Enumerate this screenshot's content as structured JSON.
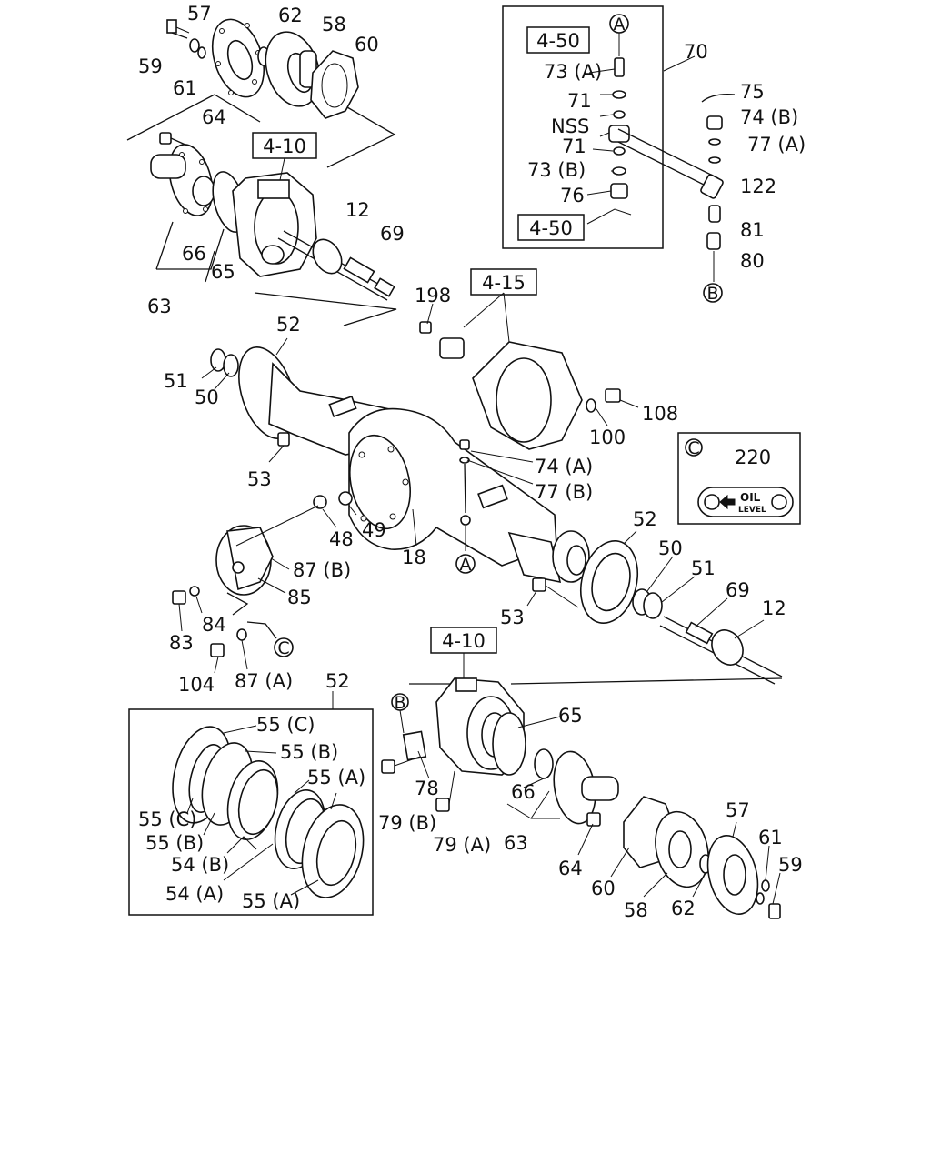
{
  "labels": {
    "p57_top": "57",
    "p62_top": "62",
    "p58_top": "58",
    "p60_top": "60",
    "p59_top": "59",
    "p61_top": "61",
    "p64_top": "64",
    "ref_4_10_top": "4-10",
    "p12_top": "12",
    "p69_top": "69",
    "p66_top": "66",
    "p65_top": "65",
    "p63_top": "63",
    "ref_4_50_a": "4-50",
    "p73a": "73 (A)",
    "p71a": "71",
    "nss": "NSS",
    "p71b": "71",
    "p73b": "73 (B)",
    "p76": "76",
    "ref_4_50_b": "4-50",
    "p70": "70",
    "p75": "75",
    "p74b": "74 (B)",
    "p77a": "77 (A)",
    "p122": "122",
    "p81": "81",
    "p80": "80",
    "circle_a_top": "A",
    "circle_b_top": "B",
    "ref_4_15": "4-15",
    "p198": "198",
    "p52_top": "52",
    "p51_left": "51",
    "p50_left": "50",
    "p53_left": "53",
    "p108": "108",
    "p100": "100",
    "p74a": "74 (A)",
    "p77b": "77 (B)",
    "p48": "48",
    "p49": "49",
    "p18": "18",
    "circle_a_mid": "A",
    "p87b": "87 (B)",
    "p85": "85",
    "p83": "83",
    "p84": "84",
    "circle_c_mid": "C",
    "p104": "104",
    "p87a": "87 (A)",
    "p52_right": "52",
    "p50_right": "50",
    "p51_right": "51",
    "p69_right": "69",
    "p12_right": "12",
    "p53_right": "53",
    "inset_c_letter": "C",
    "p220": "220",
    "oil_word": "OIL",
    "level_word": "LEVEL",
    "ref_4_10_bot": "4-10",
    "circle_b_bot": "B",
    "p65_bot": "65",
    "p66_bot": "66",
    "p78": "78",
    "p79b": "79 (B)",
    "p79a": "79 (A)",
    "p63_bot": "63",
    "p64_bot": "64",
    "p60_bot": "60",
    "p58_bot": "58",
    "p62_bot": "62",
    "p57_bot": "57",
    "p61_bot": "61",
    "p59_bot": "59",
    "p52_inset": "52",
    "p55c_top": "55 (C)",
    "p55b_top": "55 (B)",
    "p55a_top": "55 (A)",
    "p55c_left": "55 (C)",
    "p55b_left": "55 (B)",
    "p54b": "54 (B)",
    "p54a": "54 (A)",
    "p55a_bot": "55 (A)"
  }
}
